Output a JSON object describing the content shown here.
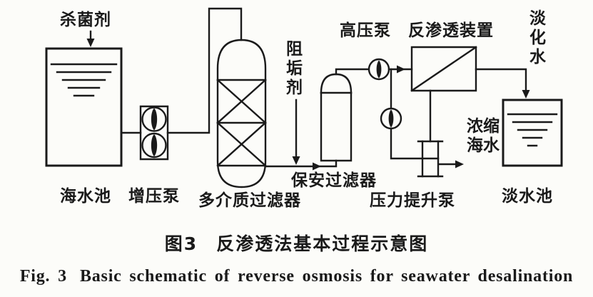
{
  "figure": {
    "type": "process-flow-diagram",
    "subject": "reverse osmosis seawater desalination"
  },
  "diagram": {
    "labels": {
      "bactericide": "杀菌剂",
      "seawater_pool": "海水池",
      "booster_pump": "增压泵",
      "multimedia_filter": "多介质过滤器",
      "scale_inhibitor": "阻垢剂",
      "security_filter": "保安过滤器",
      "high_pressure_pump": "高压泵",
      "ro_unit": "反渗透装置",
      "desalinated_water": "淡化水",
      "concentrated_seawater": "浓缩海水",
      "pressure_boost_pump": "压力提升泵",
      "freshwater_pool": "淡水池"
    }
  },
  "caption": {
    "zh_fig": "图3",
    "zh_text": "反渗透法基本过程示意图",
    "en_fig": "Fig. 3",
    "en_text": "Basic schematic of reverse osmosis for seawater desalination"
  },
  "colors": {
    "ink": "#1a1a1a",
    "paper": "#fcfcf9"
  }
}
